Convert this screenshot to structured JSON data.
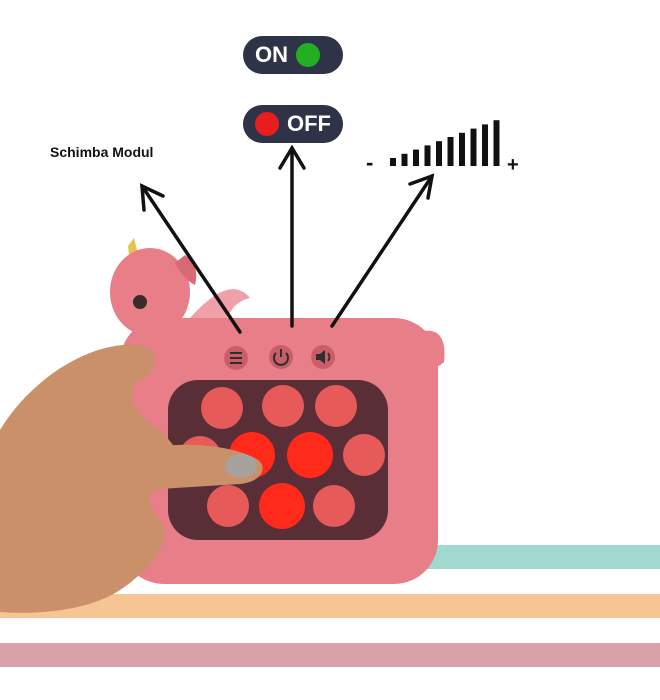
{
  "labels": {
    "on": "ON",
    "off": "OFF",
    "mode": "Schimba Modul",
    "volume_minus": "-",
    "volume_plus": "+"
  },
  "icons": {
    "menu": "list-icon",
    "power": "power-icon",
    "sound": "speaker-icon"
  },
  "volume": {
    "bars": 10
  },
  "colors": {
    "pill_bg": "#2e3347",
    "on_dot": "#22b022",
    "off_dot": "#e81e1e",
    "toy_body": "#e87f88",
    "toy_dark": "#c95e69",
    "screen": "#5a2e36",
    "bubble_glow": "#ff2a1a",
    "bubble_dim": "#e65a5a",
    "stripe_teal": "#9fd9d0",
    "stripe_peach": "#f7c494",
    "stripe_rose": "#d9a2aa",
    "skin": "#c9906a"
  }
}
